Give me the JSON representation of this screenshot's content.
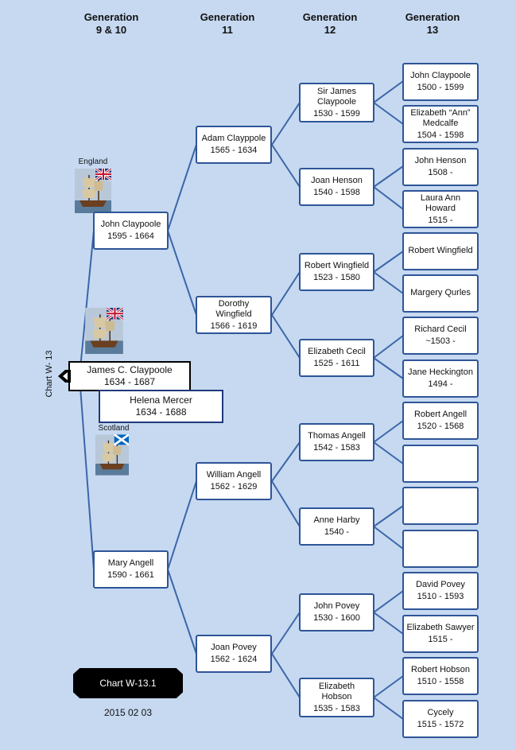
{
  "headers": [
    {
      "line1": "Generation",
      "line2": "9 & 10"
    },
    {
      "line1": "Generation",
      "line2": "11"
    },
    {
      "line1": "Generation",
      "line2": "12"
    },
    {
      "line1": "Generation",
      "line2": "13"
    }
  ],
  "chart_label": "Chart W- 13",
  "root": {
    "name": "James C. Claypoole",
    "dates": "1634  -  1687"
  },
  "spouse": {
    "name": "Helena  Mercer",
    "dates": "1634  -  1688"
  },
  "flags": {
    "england": "England",
    "scotland": "Scotland"
  },
  "gen10": [
    {
      "name": "John Claypoole",
      "dates": "1595 - 1664"
    },
    {
      "name": "Mary  Angell",
      "dates": "1590 - 1661"
    }
  ],
  "gen11": [
    {
      "name": "Adam Clayppole",
      "dates": "1565 - 1634"
    },
    {
      "name": "Dorothy Wingfield",
      "dates": "1566 - 1619"
    },
    {
      "name": "William Angell",
      "dates": "1562 - 1629"
    },
    {
      "name": "Joan Povey",
      "dates": "1562 - 1624"
    }
  ],
  "gen12": [
    {
      "name": "Sir James Claypoole",
      "dates": "1530 - 1599"
    },
    {
      "name": "Joan Henson",
      "dates": "1540 - 1598"
    },
    {
      "name": "Robert Wingfield",
      "dates": "1523 - 1580"
    },
    {
      "name": "Elizabeth Cecil",
      "dates": "1525 - 1611"
    },
    {
      "name": "Thomas Angell",
      "dates": "1542 - 1583"
    },
    {
      "name": "Anne Harby",
      "dates": "1540 -"
    },
    {
      "name": "John Povey",
      "dates": "1530 - 1600"
    },
    {
      "name": "Elizabeth Hobson",
      "dates": "1535 - 1583"
    }
  ],
  "gen13": [
    {
      "name": "John Claypoole",
      "dates": "1500 - 1599"
    },
    {
      "name": "Elizabeth “Ann” Medcalfe",
      "dates": "1504 - 1598"
    },
    {
      "name": "John Henson",
      "dates": "1508 -"
    },
    {
      "name": "Laura Ann Howard",
      "dates": "1515 -"
    },
    {
      "name": "Robert Wingfield",
      "dates": ""
    },
    {
      "name": "Margery Qurles",
      "dates": ""
    },
    {
      "name": "Richard Cecil",
      "dates": "~1503 -"
    },
    {
      "name": "Jane Heckington",
      "dates": "1494 -"
    },
    {
      "name": "Robert Angell",
      "dates": "1520 - 1568"
    },
    {
      "name": "",
      "dates": ""
    },
    {
      "name": "",
      "dates": ""
    },
    {
      "name": "",
      "dates": ""
    },
    {
      "name": "David Povey",
      "dates": "1510 - 1593"
    },
    {
      "name": "Elizabeth Sawyer",
      "dates": "1515 -"
    },
    {
      "name": "Robert Hobson",
      "dates": "1510 - 1558"
    },
    {
      "name": "Cycely",
      "dates": "1515 - 1572"
    }
  ],
  "footer": {
    "badge": "Chart W-13.1",
    "date": "2015  02  03"
  },
  "colors": {
    "background": "#c6d9f1",
    "line": "#2f5597",
    "box_border": "#2f5597"
  }
}
